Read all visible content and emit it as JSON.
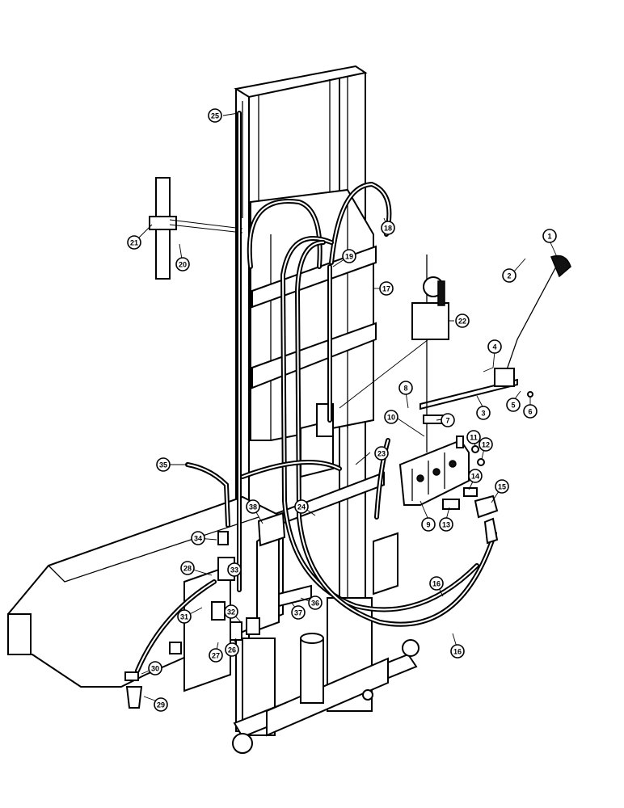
{
  "callouts": [
    {
      "label": "1"
    },
    {
      "label": "2"
    },
    {
      "label": "3"
    },
    {
      "label": "4"
    },
    {
      "label": "5"
    },
    {
      "label": "6"
    },
    {
      "label": "7"
    },
    {
      "label": "8"
    },
    {
      "label": "9"
    },
    {
      "label": "10"
    },
    {
      "label": "11"
    },
    {
      "label": "12"
    },
    {
      "label": "13"
    },
    {
      "label": "14"
    },
    {
      "label": "15"
    },
    {
      "label": "16"
    },
    {
      "label": "16"
    },
    {
      "label": "17"
    },
    {
      "label": "18"
    },
    {
      "label": "19"
    },
    {
      "label": "20"
    },
    {
      "label": "21"
    },
    {
      "label": "22"
    },
    {
      "label": "23"
    },
    {
      "label": "24"
    },
    {
      "label": "25"
    },
    {
      "label": "26"
    },
    {
      "label": "27"
    },
    {
      "label": "28"
    },
    {
      "label": "29"
    },
    {
      "label": "30"
    },
    {
      "label": "31"
    },
    {
      "label": "32"
    },
    {
      "label": "33"
    },
    {
      "label": "34"
    },
    {
      "label": "35"
    },
    {
      "label": "36"
    },
    {
      "label": "37"
    },
    {
      "label": "38"
    }
  ]
}
